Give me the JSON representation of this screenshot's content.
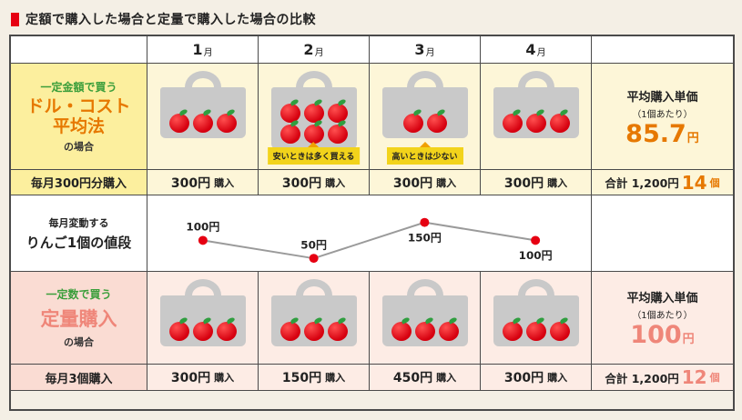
{
  "page": {
    "title": "定額で購入した場合と定量で購入した場合の比較"
  },
  "months": [
    {
      "num": "1",
      "unit": "月"
    },
    {
      "num": "2",
      "unit": "月"
    },
    {
      "num": "3",
      "unit": "月"
    },
    {
      "num": "4",
      "unit": "月"
    }
  ],
  "dca": {
    "tagline": "一定金額で買う",
    "name_line1": "ドル・コスト",
    "name_line2": "平均法",
    "suffix": "の場合",
    "sub_label": "毎月300円分購入",
    "purchases": [
      {
        "amount": "300円",
        "action": "購入",
        "apples": 3,
        "note": ""
      },
      {
        "amount": "300円",
        "action": "購入",
        "apples": 6,
        "note": "安いときは多く買える"
      },
      {
        "amount": "300円",
        "action": "購入",
        "apples": 2,
        "note": "高いときは少ない"
      },
      {
        "amount": "300円",
        "action": "購入",
        "apples": 3,
        "note": ""
      }
    ],
    "summary": {
      "label_line1": "平均購入単価",
      "label_line2": "（1個あたり）",
      "price": "85.7",
      "price_unit": "円",
      "total_label": "合計 1,200円",
      "count": "14",
      "count_unit": "個"
    }
  },
  "price_row": {
    "label_line1": "毎月変動する",
    "label_line2": "りんご1個の値段"
  },
  "chart_data": {
    "type": "line",
    "title": "毎月変動する りんご1個の値段",
    "x_labels": [
      "1月",
      "2月",
      "3月",
      "4月"
    ],
    "values": [
      100,
      50,
      150,
      100
    ],
    "unit": "円",
    "point_labels": [
      "100円",
      "50円",
      "150円",
      "100円"
    ],
    "label_positions": [
      "above",
      "above",
      "below",
      "below"
    ],
    "ylim": [
      0,
      200
    ],
    "grid": false,
    "legend": false,
    "line_color": "#9a9a9a",
    "point_color": "#e60012"
  },
  "fixed": {
    "tagline": "一定数で買う",
    "name": "定量購入",
    "suffix": "の場合",
    "sub_label": "毎月3個購入",
    "purchases": [
      {
        "amount": "300円",
        "action": "購入",
        "apples": 3
      },
      {
        "amount": "150円",
        "action": "購入",
        "apples": 3
      },
      {
        "amount": "450円",
        "action": "購入",
        "apples": 3
      },
      {
        "amount": "300円",
        "action": "購入",
        "apples": 3
      }
    ],
    "summary": {
      "label_line1": "平均購入単価",
      "label_line2": "（1個あたり）",
      "price": "100",
      "price_unit": "円",
      "total_label": "合計 1,200円",
      "count": "12",
      "count_unit": "個"
    }
  },
  "colors": {
    "accent_red": "#e60012",
    "border_color": "#4a4a4a",
    "page_bg": "#f4efe5",
    "orange": "#e67800",
    "green": "#3a9e3a",
    "salmon": "#ef8679",
    "yellow_label_bg": "#fcef9e",
    "yellow_bg": "#fdf6d8",
    "pink_label_bg": "#fadcd3",
    "pink_bg": "#fdece5",
    "note_bg": "#f2d31b",
    "bag_gray": "#c9c9c9",
    "apple_red": "#d6000f"
  }
}
